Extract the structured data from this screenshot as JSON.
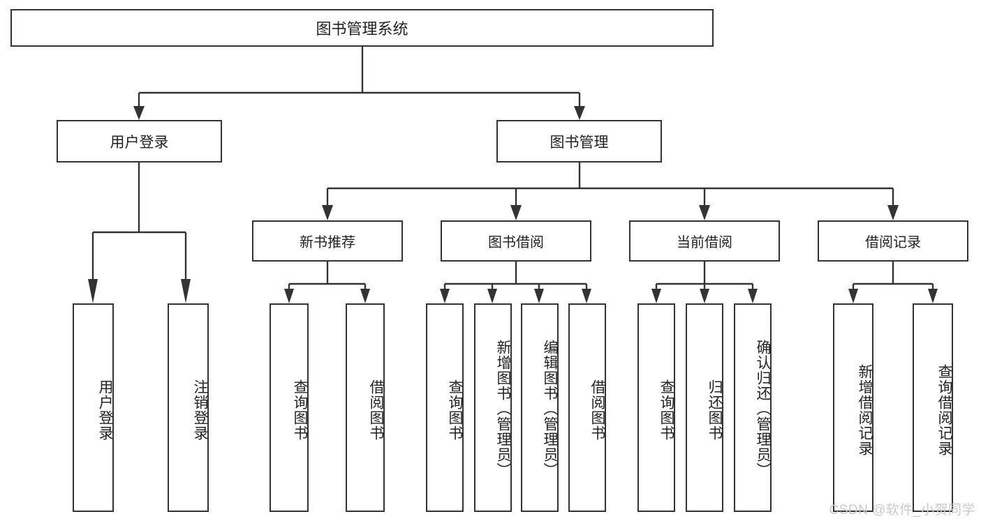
{
  "diagram": {
    "title": "图书管理系统",
    "type": "tree",
    "watermark": "CSDN @软件_小贺同学",
    "colors": {
      "stroke": "#333333",
      "box_fill": "#ffffff",
      "text": "#222222",
      "watermark": "#c9c9c9",
      "background": "#ffffff"
    },
    "root": {
      "label": "图书管理系统"
    },
    "level2": [
      {
        "label": "用户登录"
      },
      {
        "label": "图书管理"
      }
    ],
    "level3": [
      {
        "label": "新书推荐"
      },
      {
        "label": "图书借阅"
      },
      {
        "label": "当前借阅"
      },
      {
        "label": "借阅记录"
      }
    ],
    "leaves": [
      {
        "label": "用户登录",
        "parent": "用户登录"
      },
      {
        "label": "注销登录",
        "parent": "用户登录"
      },
      {
        "label": "查询图书",
        "parent": "新书推荐"
      },
      {
        "label": "借阅图书",
        "parent": "新书推荐"
      },
      {
        "label": "查询图书",
        "parent": "图书借阅"
      },
      {
        "label": "新增图书（管理员）",
        "parent": "图书借阅"
      },
      {
        "label": "编辑图书（管理员）",
        "parent": "图书借阅"
      },
      {
        "label": "借阅图书",
        "parent": "图书借阅"
      },
      {
        "label": "查询图书",
        "parent": "当前借阅"
      },
      {
        "label": "归还图书",
        "parent": "当前借阅"
      },
      {
        "label": "确认归还（管理员）",
        "parent": "当前借阅"
      },
      {
        "label": "新增借阅记录",
        "parent": "借阅记录"
      },
      {
        "label": "查询借阅记录",
        "parent": "借阅记录"
      }
    ]
  }
}
